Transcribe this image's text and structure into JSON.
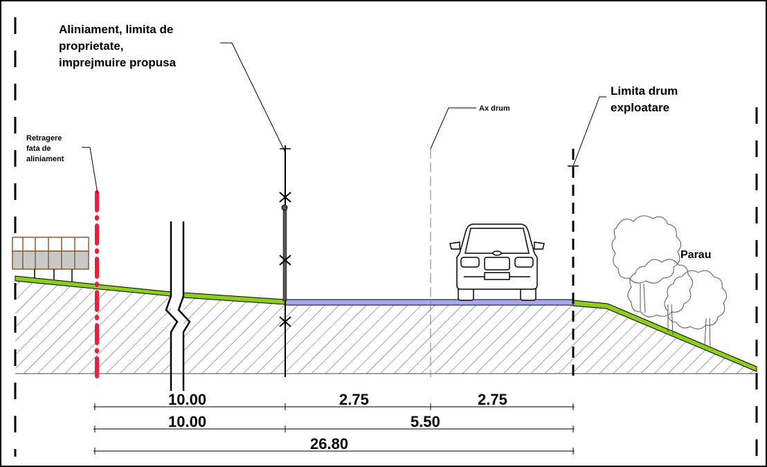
{
  "labels": {
    "alignment": [
      "Aliniament, limita de",
      "proprietate,",
      "imprejmuire propusa"
    ],
    "setback": [
      "Retragere",
      "fata de",
      "aliniament"
    ],
    "road_axis": "Ax drum",
    "road_limit": [
      "Limita drum",
      "exploatare"
    ],
    "stream": "Parau"
  },
  "dimensions": {
    "row1": [
      "10.00",
      "2.75",
      "2.75"
    ],
    "row2": [
      "10.00",
      "5.50"
    ],
    "row3": [
      "26.80"
    ]
  },
  "colors": {
    "grass": "#8ccc1e",
    "pavement": "#a5a8f0",
    "setback_line": "#e8223c",
    "fence_wood": "#8a5a2b",
    "fence_fill": "#c8c8c8"
  }
}
